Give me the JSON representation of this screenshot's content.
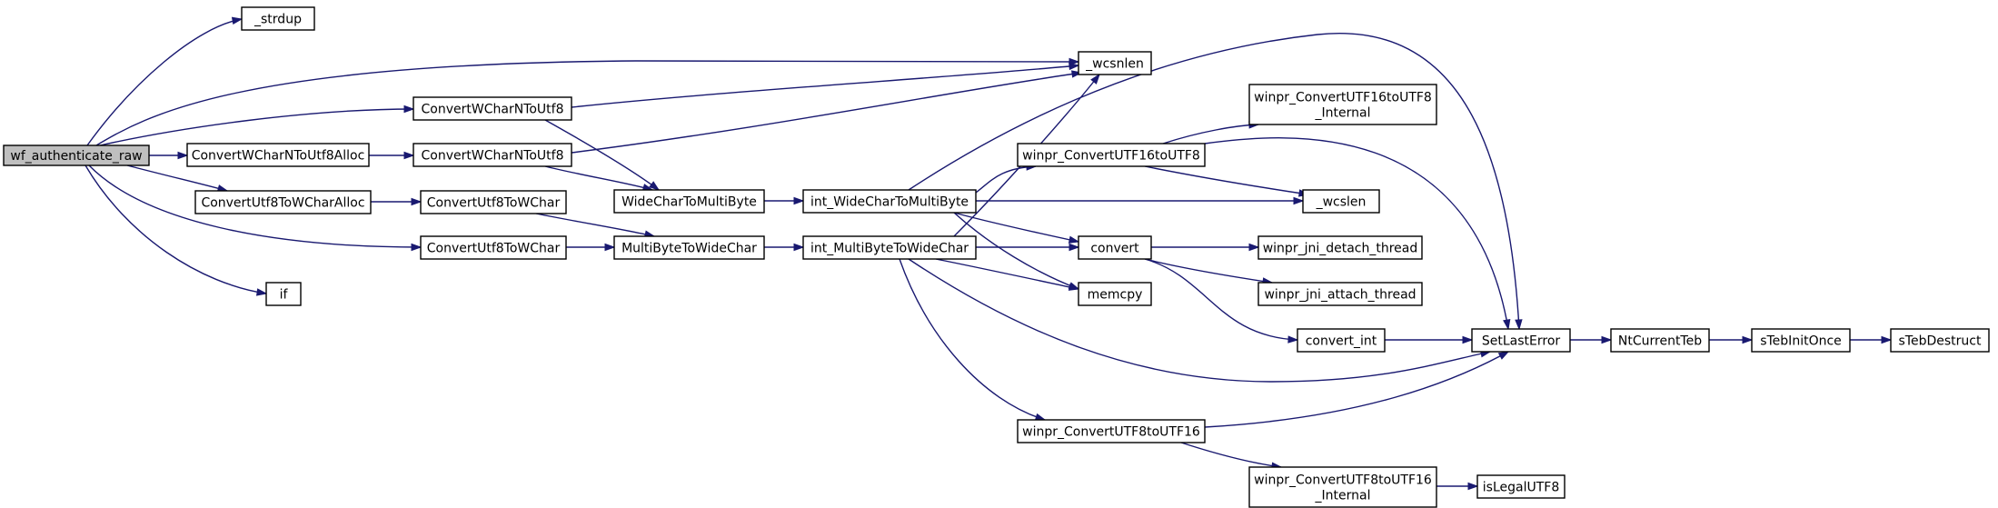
{
  "diagram": {
    "type": "call-graph",
    "colors": {
      "root_fill": "#bfbfbf",
      "node_fill": "#ffffff",
      "edge": "#191970",
      "border": "#000000"
    },
    "nodes": [
      {
        "id": "wf_authenticate_raw",
        "lines": [
          "wf_authenticate_raw"
        ],
        "root": true
      },
      {
        "id": "_strdup",
        "lines": [
          "_strdup"
        ]
      },
      {
        "id": "_wcsnlen",
        "lines": [
          "_wcsnlen"
        ]
      },
      {
        "id": "ConvertWCharNToUtf8_a",
        "lines": [
          "ConvertWCharNToUtf8"
        ]
      },
      {
        "id": "ConvertWCharNToUtf8Alloc",
        "lines": [
          "ConvertWCharNToUtf8Alloc"
        ]
      },
      {
        "id": "ConvertWCharNToUtf8_b",
        "lines": [
          "ConvertWCharNToUtf8"
        ]
      },
      {
        "id": "ConvertUtf8ToWCharAlloc",
        "lines": [
          "ConvertUtf8ToWCharAlloc"
        ]
      },
      {
        "id": "ConvertUtf8ToWChar_a",
        "lines": [
          "ConvertUtf8ToWChar"
        ]
      },
      {
        "id": "ConvertUtf8ToWChar_b",
        "lines": [
          "ConvertUtf8ToWChar"
        ]
      },
      {
        "id": "if",
        "lines": [
          "if"
        ]
      },
      {
        "id": "WideCharToMultiByte",
        "lines": [
          "WideCharToMultiByte"
        ]
      },
      {
        "id": "MultiByteToWideChar",
        "lines": [
          "MultiByteToWideChar"
        ]
      },
      {
        "id": "int_WideCharToMultiByte",
        "lines": [
          "int_WideCharToMultiByte"
        ]
      },
      {
        "id": "int_MultiByteToWideChar",
        "lines": [
          "int_MultiByteToWideChar"
        ]
      },
      {
        "id": "winpr_ConvertUTF16toUTF8_Internal",
        "lines": [
          "winpr_ConvertUTF16toUTF8",
          "_Internal"
        ]
      },
      {
        "id": "winpr_ConvertUTF16toUTF8",
        "lines": [
          "winpr_ConvertUTF16toUTF8"
        ]
      },
      {
        "id": "_wcslen",
        "lines": [
          "_wcslen"
        ]
      },
      {
        "id": "convert",
        "lines": [
          "convert"
        ]
      },
      {
        "id": "winpr_jni_detach_thread",
        "lines": [
          "winpr_jni_detach_thread"
        ]
      },
      {
        "id": "winpr_jni_attach_thread",
        "lines": [
          "winpr_jni_attach_thread"
        ]
      },
      {
        "id": "memcpy",
        "lines": [
          "memcpy"
        ]
      },
      {
        "id": "convert_int",
        "lines": [
          "convert_int"
        ]
      },
      {
        "id": "SetLastError",
        "lines": [
          "SetLastError"
        ]
      },
      {
        "id": "NtCurrentTeb",
        "lines": [
          "NtCurrentTeb"
        ]
      },
      {
        "id": "sTebInitOnce",
        "lines": [
          "sTebInitOnce"
        ]
      },
      {
        "id": "sTebDestruct",
        "lines": [
          "sTebDestruct"
        ]
      },
      {
        "id": "winpr_ConvertUTF8toUTF16",
        "lines": [
          "winpr_ConvertUTF8toUTF16"
        ]
      },
      {
        "id": "winpr_ConvertUTF8toUTF16_Internal",
        "lines": [
          "winpr_ConvertUTF8toUTF16",
          "_Internal"
        ]
      },
      {
        "id": "isLegalUTF8",
        "lines": [
          "isLegalUTF8"
        ]
      }
    ],
    "edges": [
      [
        "wf_authenticate_raw",
        "_strdup"
      ],
      [
        "wf_authenticate_raw",
        "_wcsnlen"
      ],
      [
        "wf_authenticate_raw",
        "ConvertWCharNToUtf8_a"
      ],
      [
        "wf_authenticate_raw",
        "ConvertWCharNToUtf8Alloc"
      ],
      [
        "wf_authenticate_raw",
        "ConvertUtf8ToWCharAlloc"
      ],
      [
        "wf_authenticate_raw",
        "ConvertUtf8ToWChar_b"
      ],
      [
        "wf_authenticate_raw",
        "if"
      ],
      [
        "ConvertWCharNToUtf8_a",
        "_wcsnlen"
      ],
      [
        "ConvertWCharNToUtf8_a",
        "WideCharToMultiByte"
      ],
      [
        "ConvertWCharNToUtf8Alloc",
        "ConvertWCharNToUtf8_b"
      ],
      [
        "ConvertWCharNToUtf8_b",
        "_wcsnlen"
      ],
      [
        "ConvertWCharNToUtf8_b",
        "WideCharToMultiByte"
      ],
      [
        "ConvertUtf8ToWCharAlloc",
        "ConvertUtf8ToWChar_a"
      ],
      [
        "ConvertUtf8ToWChar_a",
        "MultiByteToWideChar"
      ],
      [
        "ConvertUtf8ToWChar_b",
        "MultiByteToWideChar"
      ],
      [
        "WideCharToMultiByte",
        "int_WideCharToMultiByte"
      ],
      [
        "MultiByteToWideChar",
        "int_MultiByteToWideChar"
      ],
      [
        "int_WideCharToMultiByte",
        "SetLastError"
      ],
      [
        "int_WideCharToMultiByte",
        "winpr_ConvertUTF16toUTF8"
      ],
      [
        "int_WideCharToMultiByte",
        "_wcslen"
      ],
      [
        "int_WideCharToMultiByte",
        "convert"
      ],
      [
        "int_WideCharToMultiByte",
        "memcpy"
      ],
      [
        "int_MultiByteToWideChar",
        "_wcsnlen"
      ],
      [
        "int_MultiByteToWideChar",
        "convert"
      ],
      [
        "int_MultiByteToWideChar",
        "memcpy"
      ],
      [
        "int_MultiByteToWideChar",
        "SetLastError"
      ],
      [
        "int_MultiByteToWideChar",
        "winpr_ConvertUTF8toUTF16"
      ],
      [
        "winpr_ConvertUTF16toUTF8",
        "winpr_ConvertUTF16toUTF8_Internal"
      ],
      [
        "winpr_ConvertUTF16toUTF8",
        "SetLastError"
      ],
      [
        "winpr_ConvertUTF16toUTF8",
        "_wcslen"
      ],
      [
        "convert",
        "winpr_jni_detach_thread"
      ],
      [
        "convert",
        "winpr_jni_attach_thread"
      ],
      [
        "convert",
        "convert_int"
      ],
      [
        "convert_int",
        "SetLastError"
      ],
      [
        "SetLastError",
        "NtCurrentTeb"
      ],
      [
        "NtCurrentTeb",
        "sTebInitOnce"
      ],
      [
        "sTebInitOnce",
        "sTebDestruct"
      ],
      [
        "winpr_ConvertUTF8toUTF16",
        "SetLastError"
      ],
      [
        "winpr_ConvertUTF8toUTF16",
        "winpr_ConvertUTF8toUTF16_Internal"
      ],
      [
        "winpr_ConvertUTF8toUTF16_Internal",
        "isLegalUTF8"
      ]
    ]
  }
}
